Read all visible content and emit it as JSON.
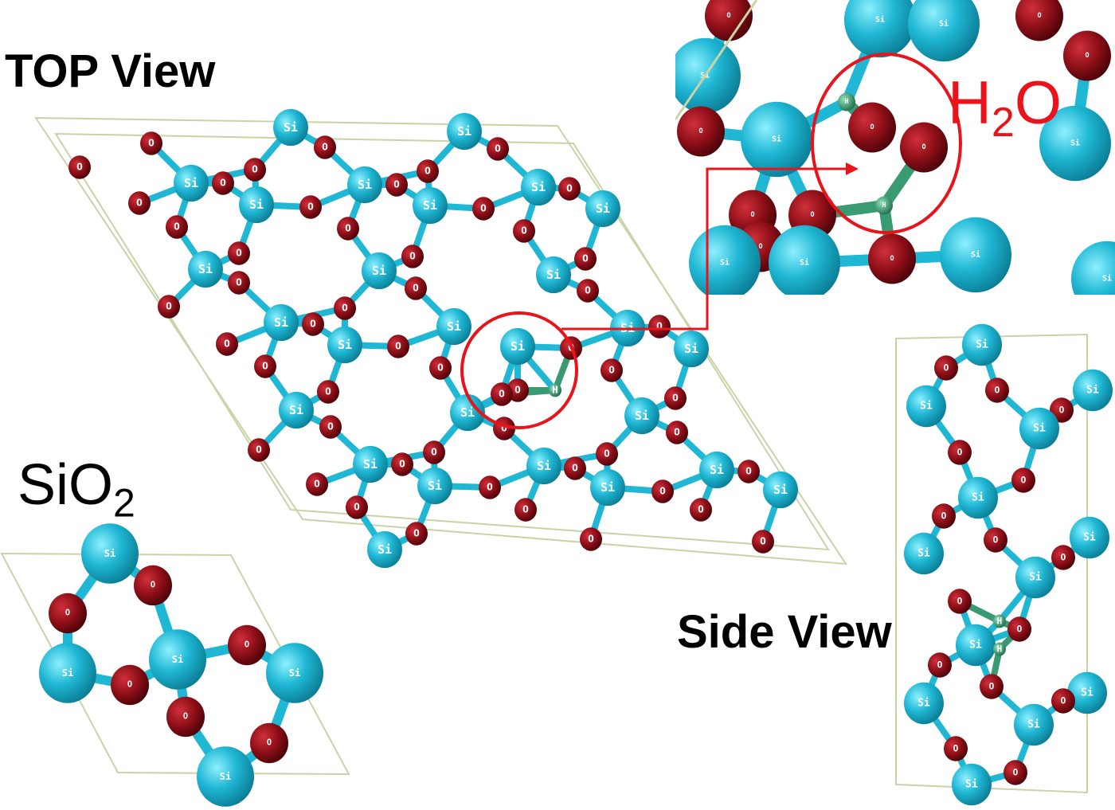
{
  "labels": {
    "top_view": "TOP View",
    "side_view": "Side View",
    "sio2_main": "SiO",
    "sio2_sub": "2",
    "h2o_h": "H",
    "h2o_sub": "2",
    "h2o_o": "O"
  },
  "atom_labels": {
    "si": "Si",
    "o": "O",
    "h": "H"
  },
  "colors": {
    "si": "#1fb7d4",
    "o": "#8e0f18",
    "h": "#2f8f6a",
    "cell": "#c9d3a8",
    "highlight": "#e8141b"
  }
}
